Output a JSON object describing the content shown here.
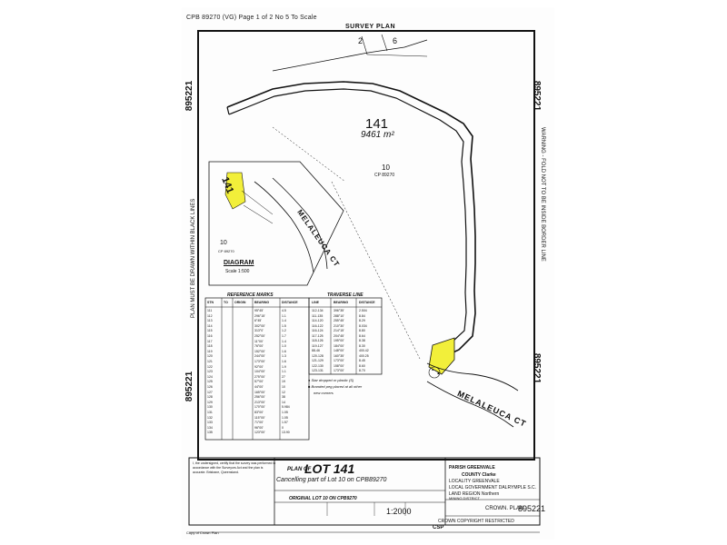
{
  "header": {
    "top_text": "CPB 89270 (VG) Page 1 of 2 No 5 To Scale",
    "survey_plan": "SURVEY PLAN"
  },
  "side": {
    "left_num_top": "895221",
    "left_num_bottom": "895221",
    "right_num_top": "895221",
    "right_num_bottom": "895221",
    "left_note": "PLAN MUST BE DRAWN WITHIN BLACK LINES",
    "right_note": "WARNING - FOLD NOT TO BE INSIDE BORDER LINE"
  },
  "lots": {
    "main_lot": "141",
    "main_area": "9461 m²",
    "parent_lot": "10",
    "parent_ref": "CP 89270",
    "adjacent_2": "2",
    "adjacent_6": "6"
  },
  "road": {
    "name_main": "MELALEUCA CT",
    "name_diagram": "MELALEUCA CT"
  },
  "diagram": {
    "title": "DIAGRAM",
    "scale": "Scale 1:500",
    "lot_141": "141",
    "lot_10": "10",
    "lot_10_ref": "CP 89270"
  },
  "reference_marks": {
    "title": "REFERENCE MARKS",
    "columns": [
      "STN",
      "TO",
      "ORIGIN",
      "BEARING",
      "DISTANCE"
    ],
    "rows": [
      [
        "111",
        "",
        "",
        "95°45'",
        "4.5"
      ],
      [
        "112",
        "",
        "",
        "296°15'",
        "1.1"
      ],
      [
        "113",
        "",
        "",
        "6°45'",
        "1.4"
      ],
      [
        "114",
        "",
        "",
        "302°00'",
        "1.5"
      ],
      [
        "115",
        "",
        "",
        "313°0'",
        "1.2"
      ],
      [
        "116",
        "",
        "",
        "252°00'",
        "1.7"
      ],
      [
        "117",
        "",
        "",
        "11°00'",
        "1.4"
      ],
      [
        "118",
        "",
        "",
        "76°00'",
        "1.0"
      ],
      [
        "119",
        "",
        "",
        "152°00'",
        "1.6"
      ],
      [
        "120",
        "",
        "",
        "244°00'",
        "1.3"
      ],
      [
        "121",
        "",
        "",
        "173°00'",
        "1.6"
      ],
      [
        "122",
        "",
        "",
        "92°00'",
        "1.9"
      ],
      [
        "123",
        "",
        "",
        "104°00'",
        "1.1"
      ],
      [
        "124",
        "",
        "",
        "275°00'",
        "27"
      ],
      [
        "125",
        "",
        "",
        "57°00'",
        "19"
      ],
      [
        "126",
        "",
        "",
        "44°00'",
        "10"
      ],
      [
        "127",
        "",
        "",
        "165°00'",
        "12"
      ],
      [
        "128",
        "",
        "",
        "256°00'",
        "38"
      ],
      [
        "129",
        "",
        "",
        "213°00'",
        "14"
      ],
      [
        "130",
        "",
        "",
        "170°00'",
        "5.984"
      ],
      [
        "131",
        "",
        "",
        "83°00'",
        "1.05"
      ],
      [
        "132",
        "",
        "",
        "115°00'",
        "1.05"
      ],
      [
        "133",
        "",
        "",
        "71°00'",
        "1.57"
      ],
      [
        "134",
        "",
        "",
        "96°00'",
        "0"
      ],
      [
        "135",
        "",
        "",
        "123°00'",
        "13.90"
      ]
    ]
  },
  "traverse": {
    "title": "TRAVERSE LINE",
    "columns": [
      "LINE",
      "BEARING",
      "DISTANCE"
    ],
    "rows": [
      [
        "112-134",
        "396°35'",
        "2.504"
      ],
      [
        "111-135",
        "288°10'",
        "8.84"
      ],
      [
        "114-120",
        "255°45'",
        "8.29"
      ],
      [
        "116-122",
        "210°30'",
        "8.034"
      ],
      [
        "116-124",
        "214°15'",
        "8.80"
      ],
      [
        "117-125",
        "204°45'",
        "8.64"
      ],
      [
        "118-126",
        "195°00'",
        "8.38"
      ],
      [
        "119-127",
        "184°00'",
        "8.30"
      ],
      [
        "88-46",
        "148°00'",
        "400.42"
      ],
      [
        "120-128",
        "160°35'",
        "400.25"
      ],
      [
        "121-129",
        "173°00'",
        "8.45"
      ],
      [
        "122-130",
        "158°00'",
        "8.60"
      ],
      [
        "123-131",
        "173°00'",
        "8.70"
      ]
    ]
  },
  "legend": {
    "line1": "● Star dropped or plastic (S)",
    "line2": "■ Branded peg placed at all other",
    "line3": "new corners"
  },
  "title_block": {
    "plan_of": "PLAN OF",
    "lot": "LOT 141",
    "cancelling": "Cancelling part of Lot 10 on CPB89270",
    "original": "ORIGINAL LOT 10 ON CPB9270",
    "scale": "1:2000",
    "parish": "PARISH GREENVALE",
    "county": "COUNTY Clarke",
    "locality": "LOCALITY GREENVALE",
    "local_gov": "LOCAL GOVERNMENT DALRYMPLE S.C.",
    "land_region": "LAND REGION Northern",
    "mining": "MINING DISTRICT",
    "crown_label": "CROWN. PLAN",
    "crown_num": "895221",
    "copyright": "CROWN COPYRIGHT RESTRICTED",
    "sp_mark": "CSP",
    "cert": "I, the undersigned, certify that the survey was performed in accordance with the Surveyors Act and the plan is accurate. Brisbane, Queensland.",
    "bottom_tiny": "Copy of Crown Plan"
  },
  "colors": {
    "highlight": "#f2ef3a",
    "ink": "#111111"
  }
}
